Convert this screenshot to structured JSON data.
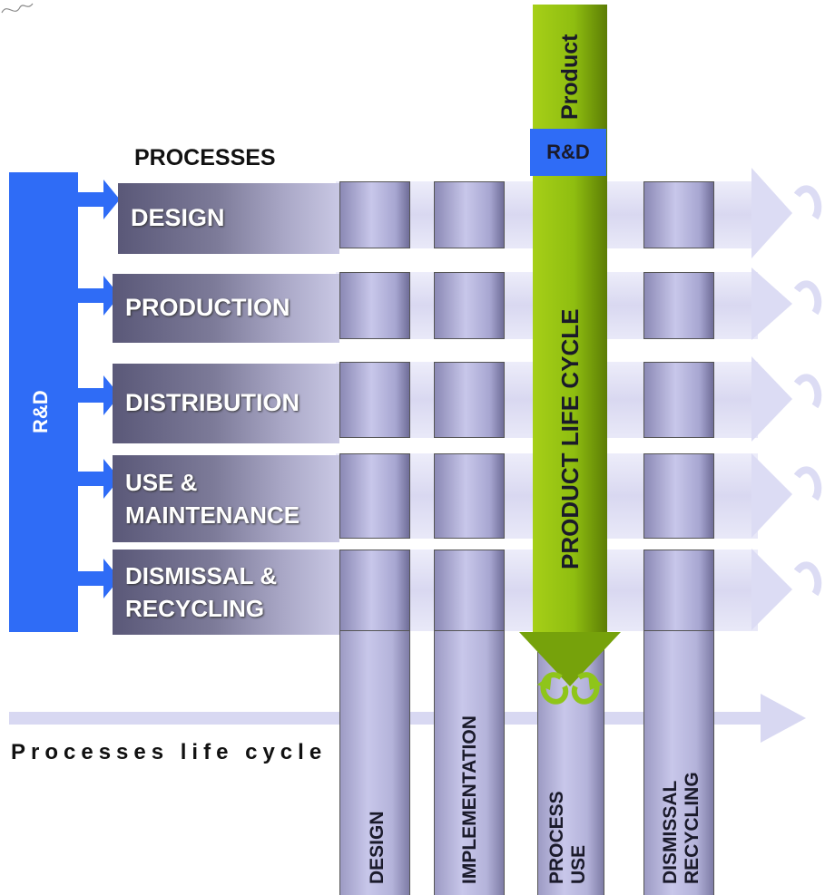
{
  "headings": {
    "processes": "PROCESSES",
    "processes_life_cycle": "Processes life cycle"
  },
  "left_bar": {
    "label": "R&D"
  },
  "processes": [
    {
      "id": "design",
      "label": "DESIGN"
    },
    {
      "id": "production",
      "label": "PRODUCTION"
    },
    {
      "id": "distribution",
      "label": "DISTRIBUTION"
    },
    {
      "id": "use-maintenance",
      "label": "USE  &\nMAINTENANCE"
    },
    {
      "id": "dismissal-recycling",
      "label": "DISMISSAL &\nRECYCLING"
    }
  ],
  "process_columns": [
    {
      "id": "design",
      "label": "DESIGN"
    },
    {
      "id": "implementation",
      "label": "IMPLEMENTATION"
    },
    {
      "id": "process-use",
      "label": "PROCESS\nUSE"
    },
    {
      "id": "dismissal-recycling",
      "label": "DISMISSAL\nRECYCLING"
    }
  ],
  "product_column": {
    "top_label": "Product",
    "rd_label": "R&D",
    "life_cycle_label": "PRODUCT LIFE CYCLE"
  },
  "colors": {
    "rd_blue": "#2f6cf6",
    "product_green": "#8fbe10",
    "process_bar": "#6e6c8d",
    "band": "#d4d3ef",
    "column": "#bdbbe0"
  }
}
